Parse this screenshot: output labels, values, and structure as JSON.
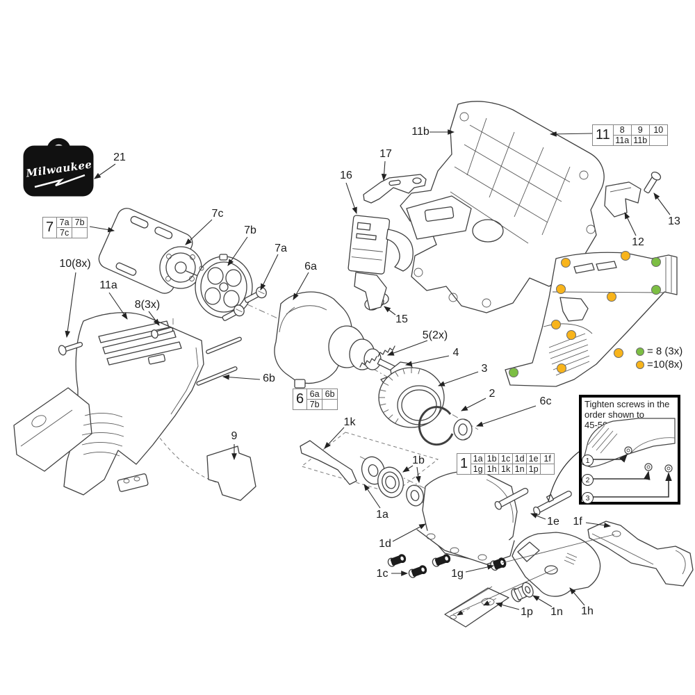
{
  "diagram": {
    "brand_logo": "Milwaukee",
    "legend": {
      "green_label": "= 8 (3x)",
      "yellow_label": "=10(8x)",
      "green_color": "#7cbe43",
      "yellow_color": "#f8b41b"
    },
    "note_box": {
      "lines": [
        "Tighten screws in the",
        "order shown to",
        "45-50 in-lbs."
      ],
      "steps": [
        "1",
        "2",
        "3"
      ]
    },
    "tables": {
      "t7": {
        "main": "7",
        "r1": [
          "7a",
          "7b"
        ],
        "r2": [
          "7c",
          ""
        ]
      },
      "t11": {
        "main": "11",
        "r1": [
          "8",
          "9",
          "10"
        ],
        "r2": [
          "11a",
          "11b",
          ""
        ]
      },
      "t6": {
        "main": "6",
        "r1": [
          "6a",
          "6b"
        ],
        "r2": [
          "7b",
          ""
        ]
      },
      "t1": {
        "main": "1",
        "r1": [
          "1a",
          "1b",
          "1c",
          "1d",
          "1e",
          "1f"
        ],
        "r2": [
          "1g",
          "1h",
          "1k",
          "1n",
          "1p",
          ""
        ]
      }
    },
    "callouts": {
      "c21": "21",
      "c7c": "7c",
      "c7b": "7b",
      "c7a": "7a",
      "c6a": "6a",
      "c10": "10(8x)",
      "c11a": "11a",
      "c8": "8(3x)",
      "c6b": "6b",
      "c16": "16",
      "c17": "17",
      "c11b": "11b",
      "c13": "13",
      "c12": "12",
      "c15": "15",
      "c5": "5(2x)",
      "c4": "4",
      "c3": "3",
      "c2": "2",
      "c6c": "6c",
      "c9": "9",
      "c1k": "1k",
      "c1b": "1b",
      "c1a": "1a",
      "c1d": "1d",
      "c1c": "1c",
      "c1g": "1g",
      "c1e": "1e",
      "c1f": "1f",
      "c1p": "1p",
      "c1n": "1n",
      "c1h": "1h"
    }
  }
}
